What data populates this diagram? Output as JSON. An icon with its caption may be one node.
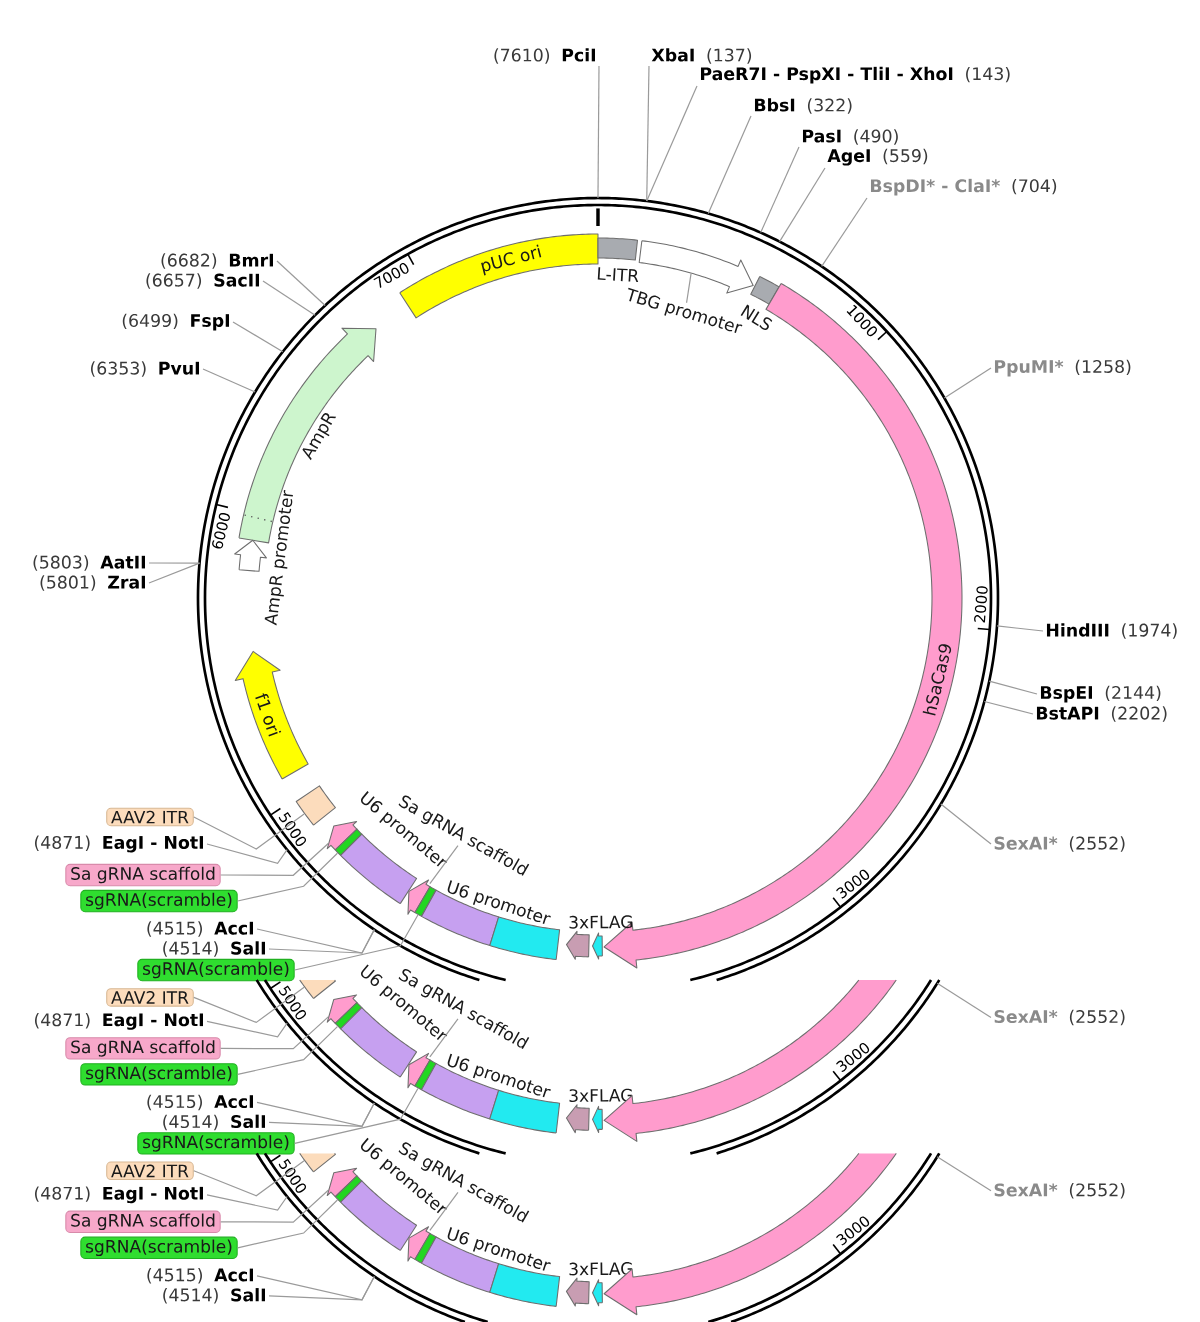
{
  "diagram": {
    "nodes": [
      {
        "text": [
          "(7610)",
          "PciI"
        ]
      },
      {
        "text": [
          "XbaI",
          "(137)"
        ]
      },
      {
        "text": [
          "PaeR7I - PspXI - TliI - XhoI",
          "(143)"
        ]
      },
      {
        "text": [
          "BbsI",
          "(322)"
        ]
      },
      {
        "text": [
          "PasI",
          "(490)"
        ]
      },
      {
        "text": [
          "AgeI",
          "(559)"
        ]
      },
      {
        "text": [
          "BspDI* - ClaI*",
          "(704)"
        ]
      },
      {
        "text": [
          "(6682)",
          "BmrI"
        ]
      },
      {
        "text": [
          "(6657)",
          "SacII"
        ]
      },
      {
        "text": [
          "(6499)",
          "FspI"
        ]
      },
      {
        "text": [
          "(6353)",
          "PvuI"
        ]
      },
      {
        "text": [],
        "shape": "circle"
      },
      {
        "text": [
          "pUC ori"
        ],
        "in": 11
      },
      {
        "text": [],
        "shape": "bar",
        "beside": [
          "L-ITR"
        ],
        "in": 11
      },
      {
        "text": [],
        "shape": "arrow",
        "in": 11
      },
      {
        "text": [
          "TBG promoter"
        ],
        "in": 11
      },
      {
        "text": [],
        "shape": "bar",
        "beside": [
          "NLS"
        ],
        "in": 11
      },
      {
        "text": [
          "hSaCas9"
        ],
        "in": 11
      },
      {
        "text": [
          "PpuMI*",
          "(1258)"
        ]
      },
      {
        "text": [],
        "shape": "arrow",
        "beside": [
          "AmpR"
        ],
        "in": 11
      },
      {
        "text": [],
        "shape": "arrow",
        "beside": [
          "AmpR promoter"
        ],
        "in": 11
      },
      {
        "text": [
          "(5803)",
          "AatII"
        ]
      },
      {
        "text": [
          "(5801)",
          "ZraI"
        ]
      },
      {
        "text": [
          "HindIII",
          "(1974)"
        ]
      },
      {
        "text": [
          "BspEI",
          "(2144)"
        ]
      },
      {
        "text": [
          "BstAPI",
          "(2202)"
        ]
      },
      {
        "text": [
          "f1 ori"
        ],
        "in": 11
      },
      {
        "text": [],
        "shape": "bar",
        "in": 11
      },
      {
        "text": [
          "AAV2 ITR"
        ]
      },
      {
        "text": [
          "(4871)",
          "EagI - NotI"
        ]
      },
      {
        "text": [
          "Sa gRNA scaffold"
        ]
      },
      {
        "text": [
          "sgRNA(scramble)"
        ]
      },
      {
        "text": [
          "SexAI*",
          "(2552)"
        ]
      },
      {
        "text": [],
        "shape": "arrow",
        "in": 11
      },
      {
        "text": [],
        "shape": "bar",
        "in": 11
      },
      {
        "text": [],
        "shape": "bar",
        "beside": [
          "U6 promoter"
        ],
        "in": 11
      },
      {
        "text": [
          "Sa gRNA scaffold"
        ],
        "in": 11
      },
      {
        "text": [],
        "shape": "arrow",
        "in": 11
      },
      {
        "text": [],
        "shape": "bar",
        "in": 11
      },
      {
        "text": [],
        "shape": "bar",
        "beside": [
          "U6 promoter"
        ],
        "in": 11
      },
      {
        "text": [],
        "shape": "bar",
        "in": 11
      },
      {
        "text": [],
        "shape": "arrow",
        "in": 11
      },
      {
        "text": [],
        "shape": "arrow",
        "beside": [
          "3xFLAG"
        ],
        "in": 11
      },
      {
        "text": [
          "(4515)",
          "AccI"
        ]
      },
      {
        "text": [
          "(4514)",
          "SalI"
        ]
      },
      {
        "text": [
          "sgRNA(scramble)"
        ]
      },
      {
        "text": [],
        "shape": "circle"
      },
      {
        "text": [
          "AAV2 ITR"
        ]
      },
      {
        "text": [
          "(4871)",
          "EagI - NotI"
        ]
      },
      {
        "text": [
          "SexAI*",
          "(2552)"
        ]
      },
      {
        "text": [],
        "shape": "bar",
        "in": 46
      },
      {
        "text": [],
        "shape": "arrow",
        "in": 46
      },
      {
        "text": [],
        "shape": "bar",
        "in": 46
      },
      {
        "text": [],
        "shape": "bar",
        "beside": [
          "U6 promoter"
        ],
        "in": 46
      },
      {
        "text": [
          "Sa gRNA scaffold"
        ],
        "in": 46
      },
      {
        "text": [],
        "shape": "arrow",
        "in": 46
      },
      {
        "text": [
          "Sa gRNA scaffold"
        ]
      },
      {
        "text": [
          "sgRNA(scramble)"
        ]
      },
      {
        "text": [],
        "shape": "bar",
        "in": 46
      },
      {
        "text": [],
        "shape": "bar",
        "beside": [
          "U6 promoter"
        ],
        "in": 46
      },
      {
        "text": [],
        "shape": "bar",
        "in": 46
      },
      {
        "text": [],
        "shape": "arrow",
        "in": 46
      },
      {
        "text": [],
        "shape": "arrow",
        "beside": [
          "3xFLAG"
        ],
        "in": 46
      },
      {
        "text": [],
        "shape": "arrow",
        "in": 46
      },
      {
        "text": [
          "(4515)",
          "AccI"
        ]
      },
      {
        "text": [
          "(4514)",
          "SalI"
        ]
      },
      {
        "text": [
          "sgRNA(scramble)"
        ]
      },
      {
        "text": [],
        "shape": "circle"
      },
      {
        "text": [
          "AAV2 ITR"
        ]
      },
      {
        "text": [
          "(4871)",
          "EagI - NotI"
        ]
      },
      {
        "text": [
          "SexAI*",
          "(2552)"
        ]
      },
      {
        "text": [],
        "shape": "bar",
        "in": 67
      },
      {
        "text": [],
        "shape": "arrow",
        "in": 67
      },
      {
        "text": [],
        "shape": "bar",
        "in": 67
      },
      {
        "text": [],
        "shape": "bar",
        "beside": [
          "U6 promoter"
        ],
        "in": 67
      },
      {
        "text": [
          "Sa gRNA scaffold"
        ],
        "in": 67
      },
      {
        "text": [],
        "shape": "arrow",
        "in": 67
      },
      {
        "text": [
          "Sa gRNA scaffold"
        ]
      },
      {
        "text": [
          "sgRNA(scramble)"
        ]
      },
      {
        "text": [],
        "shape": "bar",
        "in": 67
      },
      {
        "text": [],
        "shape": "bar",
        "beside": [
          "U6 promoter"
        ],
        "in": 67
      },
      {
        "text": [],
        "shape": "bar",
        "in": 67
      },
      {
        "text": [],
        "shape": "arrow",
        "in": 67
      },
      {
        "text": [],
        "shape": "arrow",
        "beside": [
          "3xFLAG"
        ],
        "in": 67
      },
      {
        "text": [],
        "shape": "arrow",
        "in": 67
      },
      {
        "text": [
          "(4515)",
          "AccI"
        ]
      },
      {
        "text": [
          "(4514)",
          "SalI"
        ]
      }
    ],
    "edges": [
      {
        "from": 0,
        "to": 11,
        "arrow": "none"
      },
      {
        "from": 1,
        "to": 11,
        "arrow": "none"
      },
      {
        "from": 2,
        "to": 11,
        "arrow": "none"
      },
      {
        "from": 3,
        "to": 11,
        "arrow": "none"
      },
      {
        "from": 4,
        "to": 11,
        "arrow": "none"
      },
      {
        "from": 5,
        "to": 11,
        "arrow": "none"
      },
      {
        "from": 6,
        "to": 11,
        "arrow": "none"
      },
      {
        "from": 7,
        "to": 11,
        "arrow": "none"
      },
      {
        "from": 8,
        "to": 11,
        "arrow": "none"
      },
      {
        "from": 9,
        "to": 11,
        "arrow": "none"
      },
      {
        "from": 10,
        "to": 11,
        "arrow": "none"
      },
      {
        "from": 18,
        "to": 11,
        "arrow": "none"
      },
      {
        "from": 21,
        "to": 11,
        "arrow": "none"
      },
      {
        "from": 22,
        "to": 11,
        "arrow": "none"
      },
      {
        "from": 23,
        "to": 11,
        "arrow": "none"
      },
      {
        "from": 24,
        "to": 11,
        "arrow": "none"
      },
      {
        "from": 25,
        "to": 11,
        "arrow": "none"
      },
      {
        "from": 29,
        "to": 11,
        "arrow": "none"
      },
      {
        "from": 32,
        "to": 11,
        "arrow": "none"
      },
      {
        "from": 43,
        "to": 11,
        "arrow": "none"
      },
      {
        "from": 44,
        "to": 11,
        "arrow": "none"
      },
      {
        "from": 15,
        "to": 14,
        "arrow": "none"
      },
      {
        "from": 36,
        "to": 37,
        "arrow": "none"
      },
      {
        "from": 28,
        "to": 27,
        "arrow": "none"
      },
      {
        "from": 30,
        "to": 33,
        "arrow": "none"
      },
      {
        "from": 31,
        "to": 34,
        "arrow": "none"
      },
      {
        "from": 45,
        "to": 38,
        "arrow": "none"
      },
      {
        "from": 48,
        "to": 46,
        "arrow": "none"
      },
      {
        "from": 49,
        "to": 46,
        "arrow": "none"
      },
      {
        "from": 64,
        "to": 46,
        "arrow": "none"
      },
      {
        "from": 65,
        "to": 46,
        "arrow": "none"
      },
      {
        "from": 54,
        "to": 55,
        "arrow": "none"
      },
      {
        "from": 47,
        "to": 50,
        "arrow": "none"
      },
      {
        "from": 56,
        "to": 51,
        "arrow": "none"
      },
      {
        "from": 57,
        "to": 52,
        "arrow": "none"
      },
      {
        "from": 66,
        "to": 58,
        "arrow": "none"
      },
      {
        "from": 69,
        "to": 67,
        "arrow": "none"
      },
      {
        "from": 70,
        "to": 67,
        "arrow": "none"
      },
      {
        "from": 85,
        "to": 67,
        "arrow": "none"
      },
      {
        "from": 86,
        "to": 67,
        "arrow": "none"
      },
      {
        "from": 75,
        "to": 76,
        "arrow": "none"
      },
      {
        "from": 68,
        "to": 71,
        "arrow": "none"
      },
      {
        "from": 77,
        "to": 72,
        "arrow": "none"
      },
      {
        "from": 78,
        "to": 73,
        "arrow": "none"
      }
    ],
    "labels": [
      "7000",
      "1000",
      "6000",
      "2000",
      "5000",
      "3000",
      "5000",
      "3000",
      "5000",
      "3000"
    ]
  }
}
